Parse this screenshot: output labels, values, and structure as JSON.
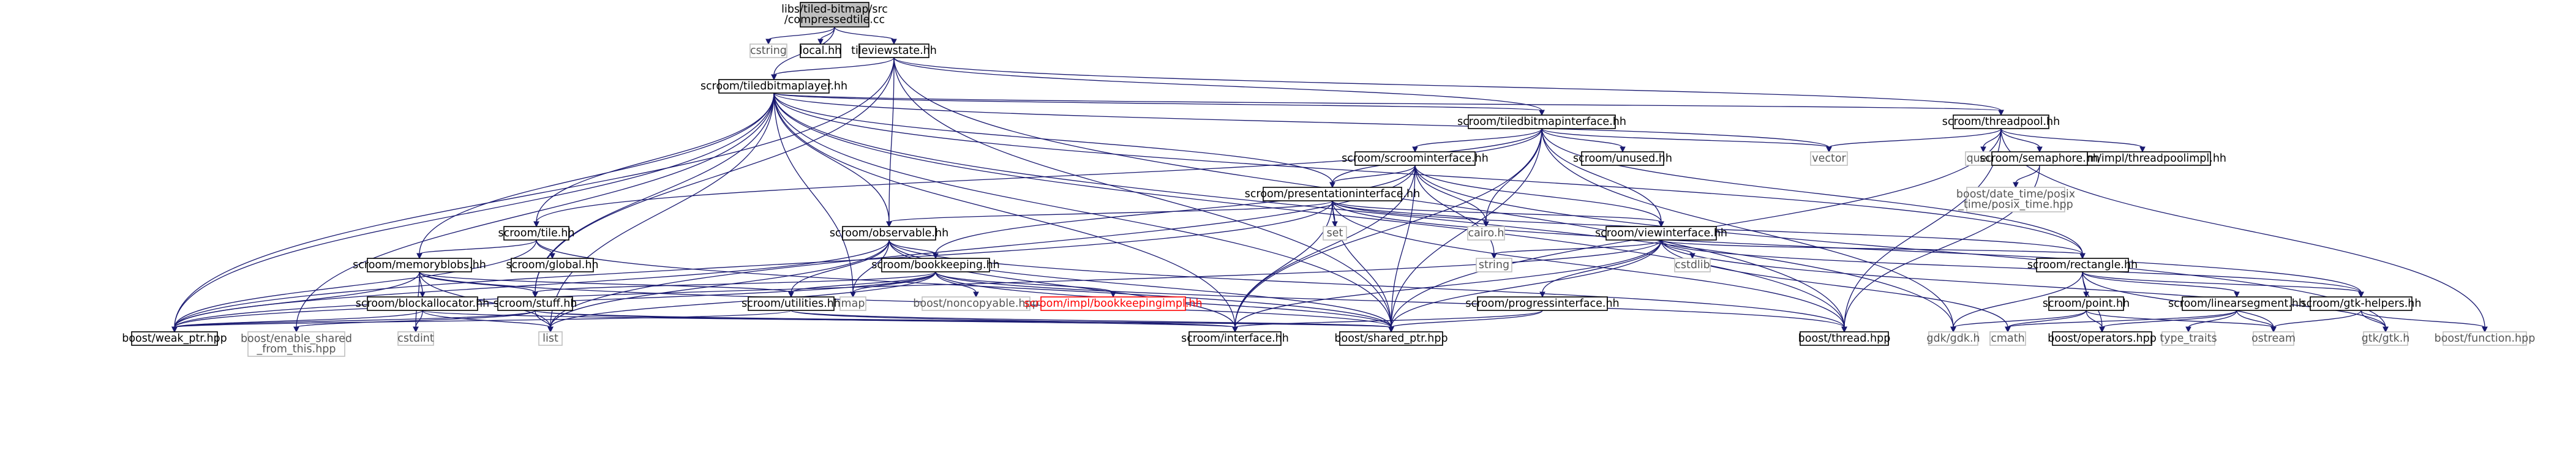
{
  "title": "",
  "colors": {
    "root_fill": "#bfbfbf",
    "edge": "#191970",
    "documented_border": "#000000",
    "undocumented_border": "#bfbfbf",
    "missing_border": "#ff0000"
  },
  "nodes": {
    "root": [
      "libs/tiled-bitmap/src",
      "/compressedtile.cc"
    ],
    "cstring": [
      "cstring"
    ],
    "local_hh": [
      "local.hh"
    ],
    "tileviewstate": [
      "tileviewstate.hh"
    ],
    "tiledbitmaplayer": [
      "scroom/tiledbitmaplayer.hh"
    ],
    "tiledbitmapinterface": [
      "scroom/tiledbitmapinterface.hh"
    ],
    "threadpool": [
      "scroom/threadpool.hh"
    ],
    "scroominterface": [
      "scroom/scroominterface.hh"
    ],
    "unused": [
      "scroom/unused.hh"
    ],
    "vector": [
      "vector"
    ],
    "queue": [
      "queue"
    ],
    "threadpoolimpl": [
      "scroom/impl/threadpoolimpl.hh"
    ],
    "semaphore": [
      "scroom/semaphore.hh"
    ],
    "posix_time": [
      "boost/date_time/posix",
      "_time/posix_time.hpp"
    ],
    "presentationinterface": [
      "scroom/presentationinterface.hh"
    ],
    "tile": [
      "scroom/tile.hh"
    ],
    "observable": [
      "scroom/observable.hh"
    ],
    "set": [
      "set"
    ],
    "cairo": [
      "cairo.h"
    ],
    "viewinterface": [
      "scroom/viewinterface.hh"
    ],
    "global": [
      "scroom/global.hh"
    ],
    "memoryblobs": [
      "scroom/memoryblobs.hh"
    ],
    "bookkeeping": [
      "scroom/bookkeeping.hh"
    ],
    "string": [
      "string"
    ],
    "cstdlib": [
      "cstdlib"
    ],
    "rectangle": [
      "scroom/rectangle.hh"
    ],
    "blockallocator": [
      "scroom/blockallocator.hh"
    ],
    "stuff": [
      "scroom/stuff.hh"
    ],
    "utilities": [
      "scroom/utilities.hh"
    ],
    "map": [
      "map"
    ],
    "noncopyable": [
      "boost/noncopyable.hpp"
    ],
    "bookkeepingimpl": [
      "scroom/impl/bookkeepingimpl.hh"
    ],
    "progressinterface": [
      "scroom/progressinterface.hh"
    ],
    "point": [
      "scroom/point.hh"
    ],
    "linearsegment": [
      "scroom/linearsegment.hh"
    ],
    "gtkhelpers": [
      "scroom/gtk-helpers.hh"
    ],
    "weak_ptr": [
      "boost/weak_ptr.hpp"
    ],
    "enable_shared": [
      "boost/enable_shared",
      "_from_this.hpp"
    ],
    "cstdint": [
      "cstdint"
    ],
    "list": [
      "list"
    ],
    "interface": [
      "scroom/interface.hh"
    ],
    "shared_ptr": [
      "boost/shared_ptr.hpp"
    ],
    "thread": [
      "boost/thread.hpp"
    ],
    "gdk": [
      "gdk/gdk.h"
    ],
    "cmath": [
      "cmath"
    ],
    "type_traits": [
      "type_traits"
    ],
    "operators": [
      "boost/operators.hpp"
    ],
    "ostream": [
      "ostream"
    ],
    "gtk": [
      "gtk/gtk.h"
    ],
    "function": [
      "boost/function.hpp"
    ]
  }
}
